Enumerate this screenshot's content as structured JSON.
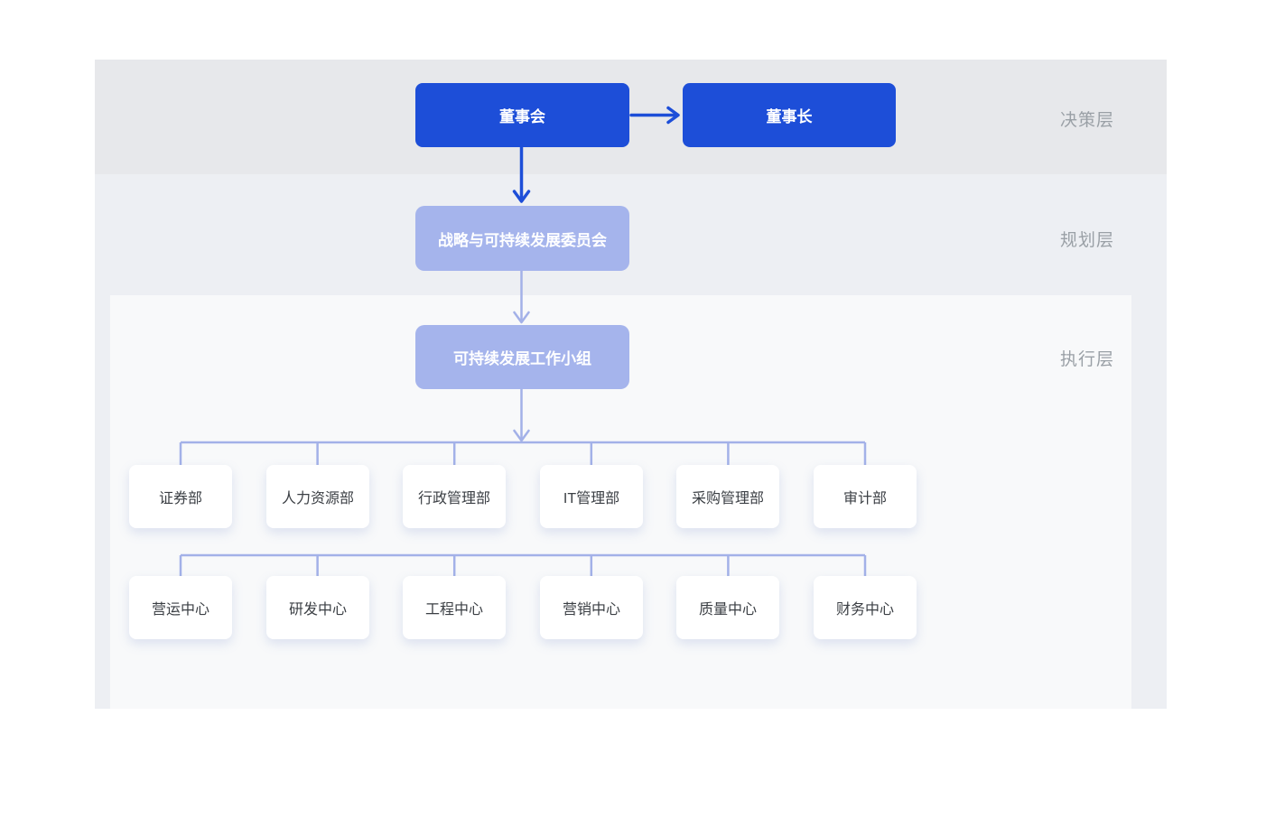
{
  "palette": {
    "primary_blue": "#1d4ed8",
    "light_blue_node": "#a5b4ec",
    "connector_light": "#a3b1e8",
    "band_decision_bg": "#e7e8eb",
    "band_planning_bg": "#edeff3",
    "exec_panel_bg": "#f8f9fa",
    "white_node_text": "#3b3f44",
    "layer_label_color": "#9aa0a6"
  },
  "layers": [
    {
      "label": "决策层"
    },
    {
      "label": "规划层"
    },
    {
      "label": "执行层"
    }
  ],
  "nodes": {
    "board": "董事会",
    "chairman": "董事长",
    "committee": "战略与可持续发展委员会",
    "working_group": "可持续发展工作小组"
  },
  "departments": [
    "证券部",
    "人力资源部",
    "行政管理部",
    "IT管理部",
    "采购管理部",
    "审计部"
  ],
  "centers": [
    "营运中心",
    "研发中心",
    "工程中心",
    "营销中心",
    "质量中心",
    "财务中心"
  ]
}
